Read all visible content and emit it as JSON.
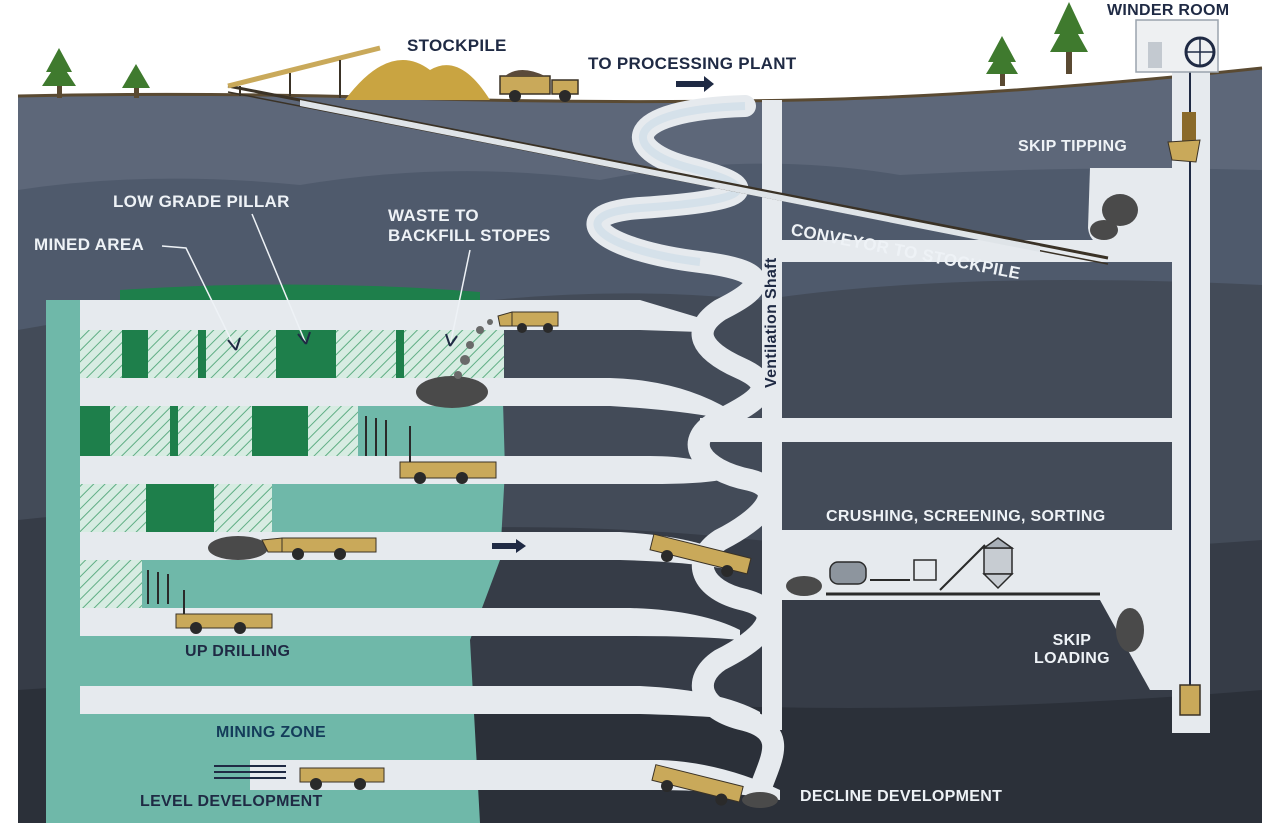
{
  "labels": {
    "winder_room": "WINDER ROOM",
    "stockpile": "STOCKPILE",
    "to_processing_plant": "TO PROCESSING PLANT",
    "skip_tipping": "SKIP TIPPING",
    "low_grade_pillar": "LOW GRADE PILLAR",
    "waste_to_backfill": "WASTE TO\nBACKFILL STOPES",
    "mined_area": "MINED  AREA",
    "conveyor_to_stockpile": "CONVEYOR TO STOCKPILE",
    "ventilation_shaft": "Ventilation Shaft",
    "crushing": "CRUSHING, SCREENING, SORTING",
    "skip_loading": "SKIP\nLOADING",
    "up_drilling": "UP DRILLING",
    "mining_zone": "MINING  ZONE",
    "level_development": "LEVEL DEVELOPMENT",
    "decline_development": "DECLINE DEVELOPMENT"
  },
  "colors": {
    "sky": "#ffffff",
    "ground_line": "#5a4a32",
    "strata_top": "#5d6779",
    "strata_mid": "#4a5568",
    "strata_low": "#3b4350",
    "strata_deep": "#2c323c",
    "tunnel": "#e6eaee",
    "ore_body": "#6fb8a9",
    "mined_green": "#1e7f4b",
    "pillar_light": "#cfe8dc",
    "truck": "#c9a95a",
    "stockpile": "#c9a441",
    "tree": "#3f7a2e",
    "label_dark": "#1f2a44"
  },
  "icons": [
    "tree-icon",
    "arrow-right-icon",
    "loader-truck-icon",
    "haul-truck-icon",
    "drill-rig-icon",
    "winder-wheel-icon",
    "skip-bucket-icon",
    "crusher-icon",
    "silo-icon"
  ]
}
